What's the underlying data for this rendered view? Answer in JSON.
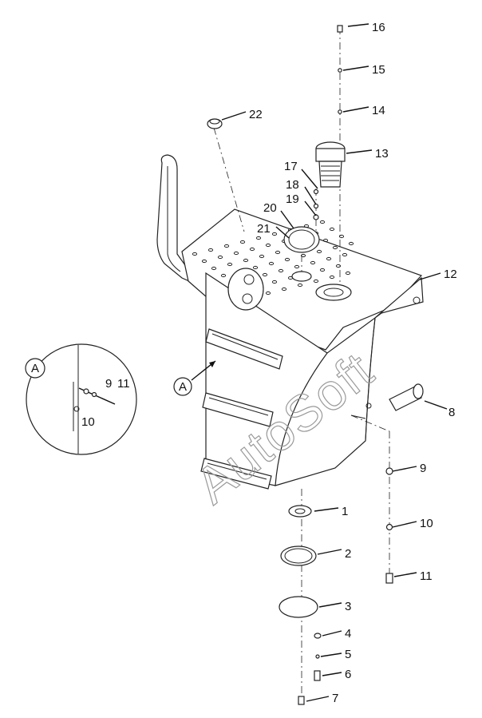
{
  "watermark": "AutoSoft",
  "detail_view": {
    "marker": "A",
    "callout_marker": "A"
  },
  "part_labels": {
    "p1": "1",
    "p2": "2",
    "p3": "3",
    "p4": "4",
    "p5": "5",
    "p6": "6",
    "p7": "7",
    "p8": "8",
    "p9": "9",
    "p10": "10",
    "p11": "11",
    "p12": "12",
    "p13": "13",
    "p14": "14",
    "p15": "15",
    "p16": "16",
    "p17": "17",
    "p18": "18",
    "p19": "19",
    "p20": "20",
    "p21": "21",
    "p22": "22"
  },
  "detail_labels": {
    "d9": "9",
    "d10": "10",
    "d11": "11"
  }
}
